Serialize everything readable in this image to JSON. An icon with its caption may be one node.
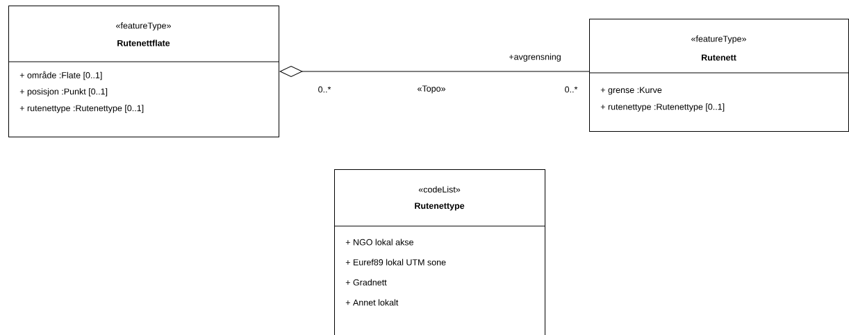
{
  "diagram": {
    "nodes": [
      {
        "text": [
          "«featureType»",
          "Rutenettflate",
          "+  område  :Flate [0..1]",
          "+  posisjon  :Punkt [0..1]",
          "+  rutenettype  :Rutenettype [0..1]"
        ]
      },
      {
        "text": [
          "«featureType»",
          "Rutenett",
          "+  grense  :Kurve",
          "+  rutenettype  :Rutenettype [0..1]"
        ]
      },
      {
        "text": [
          "«codeList»",
          "Rutenettype",
          "+  NGO lokal akse",
          "+  Euref89 lokal UTM sone",
          "+  Gradnett",
          "+  Annet lokalt"
        ]
      }
    ],
    "edges": [
      {
        "from": 0,
        "to": 1,
        "arrow": "other",
        "label": "«Topo»"
      }
    ],
    "labels": [
      "+avgrensning",
      "0..*",
      "0..*"
    ]
  }
}
